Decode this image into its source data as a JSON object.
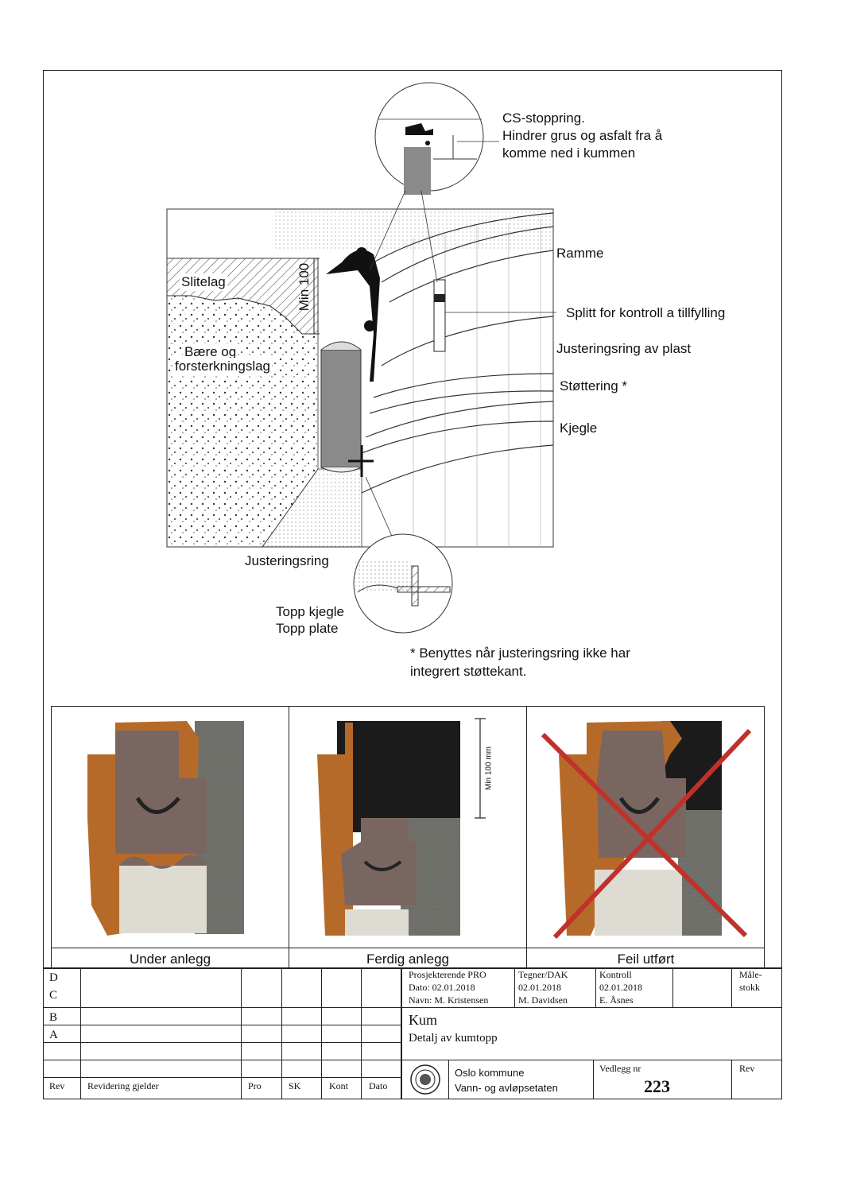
{
  "diagram": {
    "labels": {
      "cs_title": "CS-stoppring.",
      "cs_line2": "Hindrer grus og asfalt fra å",
      "cs_line3": "komme ned i kummen",
      "ramme": "Ramme",
      "splitt": "Splitt for kontroll a tillfylling",
      "justeringsring_plast": "Justeringsring av plast",
      "stottering": "Støttering *",
      "kjegle": "Kjegle",
      "slitelag": "Slitelag",
      "baere_line1": "Bære og",
      "baere_line2": "forsterkningslag",
      "min100": "Min 100",
      "justeringsring": "Justeringsring",
      "topp_kjegle": "Topp kjegle",
      "topp_plate": "Topp plate",
      "note_line1": "* Benyttes når justeringsring ikke har",
      "note_line2": "integrert støttekant."
    }
  },
  "photos": {
    "min_label": "Min 100 mm",
    "captions": [
      "Under anlegg",
      "Ferdig anlegg",
      "Feil utført"
    ]
  },
  "titleblock": {
    "rev_rows": [
      "D",
      "C",
      "B",
      "A"
    ],
    "headers": {
      "rev": "Rev",
      "revidering": "Revidering gjelder",
      "pro": "Pro",
      "sk": "SK",
      "kont": "Kont",
      "dato": "Dato"
    },
    "prosj": {
      "line1": "Prosjekterende PRO",
      "line2": "Dato: 02.01.2018",
      "line3": "Navn: M. Kristensen"
    },
    "tegner": {
      "line1": "Tegner/DAK",
      "line2": "02.01.2018",
      "line3": "M. Davidsen"
    },
    "kontroll": {
      "line1": "Kontroll",
      "line2": "02.01.2018",
      "line3": "E. Åsnes"
    },
    "malestokk": {
      "line1": "Måle-",
      "line2": "stokk"
    },
    "title1": "Kum",
    "title2": "Detalj av kumtopp",
    "org1": "Oslo kommune",
    "org2": "Vann- og avløpsetaten",
    "vedlegg_label": "Vedlegg nr",
    "vedlegg_nr": "223",
    "rev_label": "Rev"
  }
}
